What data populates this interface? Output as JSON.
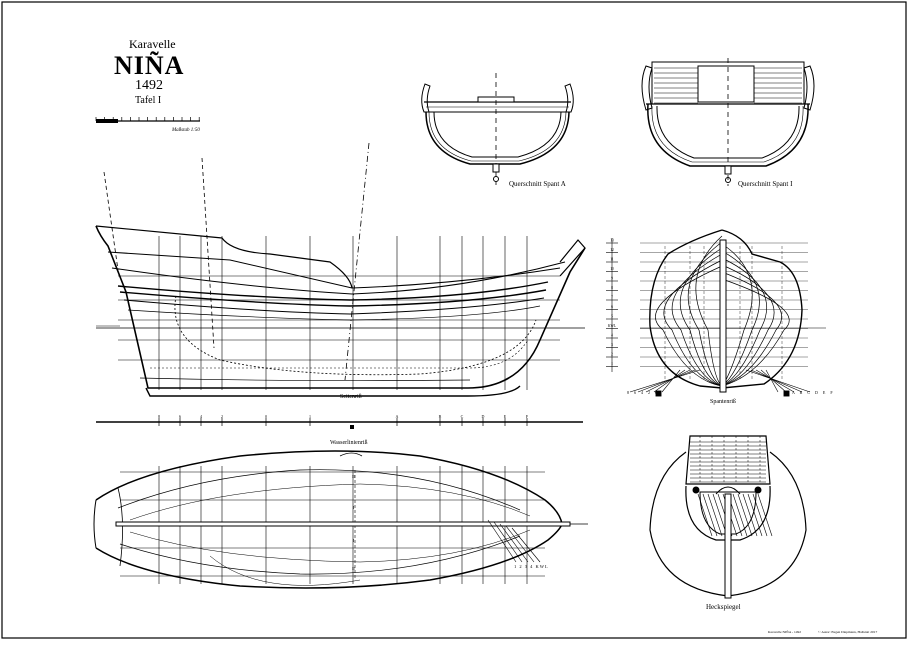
{
  "title_block": {
    "subtitle": "Karavelle",
    "name": "NIÑA",
    "year": "1492",
    "plate": "Tafel I",
    "scale_label": "Maßstab 1:50"
  },
  "views": {
    "section_a": "Querschnitt Spant A",
    "section_i": "Querschnitt Spant I",
    "sheer_plan": "Seitenriß",
    "body_plan": "Spantenriß",
    "waterline_plan": "Wasserlinienriß",
    "transom": "Heckspiegel"
  },
  "frame_stations": [
    "8",
    "6",
    "4",
    "2",
    "0",
    "1",
    "A",
    "B",
    "C",
    "D",
    "E",
    "F"
  ],
  "body_plan_levels": [
    "13",
    "12",
    "11",
    "10",
    "9",
    "8",
    "7",
    "6",
    "5",
    "KWL",
    "4",
    "3",
    "2",
    "1"
  ],
  "body_plan_aft_letters": "8 6 4 2 0",
  "body_plan_fwd_letters": "A B C D E F",
  "waterline_labels": [
    "II",
    "I",
    "I",
    "II"
  ],
  "waterline_tags": "1 2 3 4 KWL",
  "footer": {
    "left": "Karavelle NIÑA - 1492",
    "right": "© Autor: Eugen Diepmann, Hallstatt 2017"
  },
  "colors": {
    "ink": "#000000",
    "paper": "#ffffff"
  }
}
